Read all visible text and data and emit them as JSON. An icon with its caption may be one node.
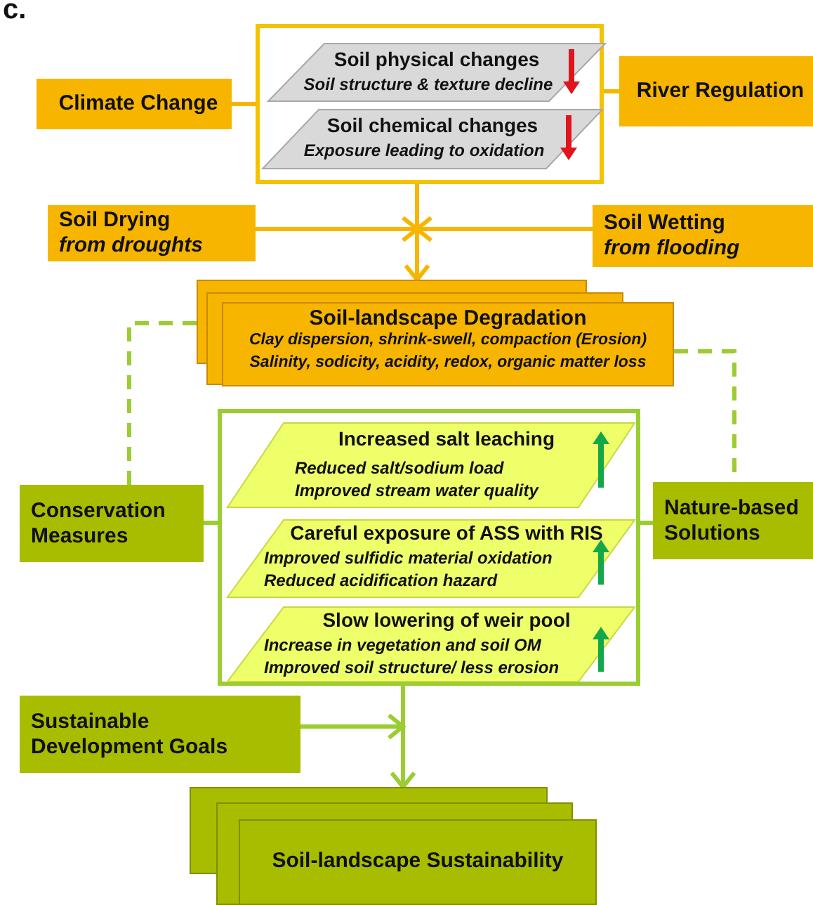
{
  "diagram": {
    "nodes": [
      {
        "text": [],
        "shape": "box"
      },
      {
        "text": [
          "Soil physical changes",
          "Soil structure & texture decline"
        ],
        "in": 0
      },
      {
        "text": [
          "Soil chemical changes",
          "Exposure leading to oxidation"
        ],
        "in": 0
      },
      {
        "text": [
          "Climate Change"
        ]
      },
      {
        "text": [
          "River Regulation"
        ]
      },
      {
        "text": [
          "Soil Drying",
          "from droughts"
        ]
      },
      {
        "text": [
          "Soil Wetting",
          "from flooding"
        ]
      },
      {
        "text": [
          "Soil-landscape Degradation",
          "Clay dispersion, shrink-swell, compaction (Erosion)",
          "Salinity, sodicity, acidity, redox, organic matter loss"
        ]
      },
      {
        "text": [],
        "shape": "box"
      },
      {
        "text": [
          "Increased salt leaching",
          "Reduced salt/sodium load Improved stream water quality"
        ],
        "in": 8
      },
      {
        "text": [
          "Careful exposure of ASS with RIS",
          "Improved sulfidic material oxidation Reduced acidification hazard"
        ],
        "in": 8
      },
      {
        "text": [
          "Slow lowering of weir pool",
          "Increase in vegetation and soil OM Improved soil structure/ less erosion"
        ],
        "in": 8
      },
      {
        "text": [
          "Conservation Measures"
        ]
      },
      {
        "text": [
          "Nature-based Solutions"
        ]
      },
      {
        "text": [
          "Sustainable Development Goals"
        ]
      },
      {
        "text": [
          "Soil-landscape Sustainability"
        ]
      }
    ],
    "edges": [
      {
        "from": 3,
        "to": 0,
        "arrow": "none",
        "color": "#f7b500"
      },
      {
        "from": 4,
        "to": 0,
        "arrow": "none",
        "color": "#f7b500"
      },
      {
        "from": 0,
        "to": 7,
        "arrow": "to",
        "color": "#f7b500"
      },
      {
        "from": 5,
        "to": 7,
        "arrow": "to",
        "color": "#f7b500"
      },
      {
        "from": 6,
        "to": 7,
        "arrow": "to",
        "color": "#f7b500"
      },
      {
        "from": 7,
        "to": 12,
        "arrow": "none",
        "style": "dashed"
      },
      {
        "from": 7,
        "to": 13,
        "arrow": "none",
        "style": "dashed"
      },
      {
        "from": 12,
        "to": 8,
        "arrow": "none"
      },
      {
        "from": 13,
        "to": 8,
        "arrow": "none"
      },
      {
        "from": 8,
        "to": 15,
        "arrow": "to"
      },
      {
        "from": 14,
        "to": 15,
        "arrow": "to"
      }
    ],
    "labels": [
      "c."
    ]
  }
}
